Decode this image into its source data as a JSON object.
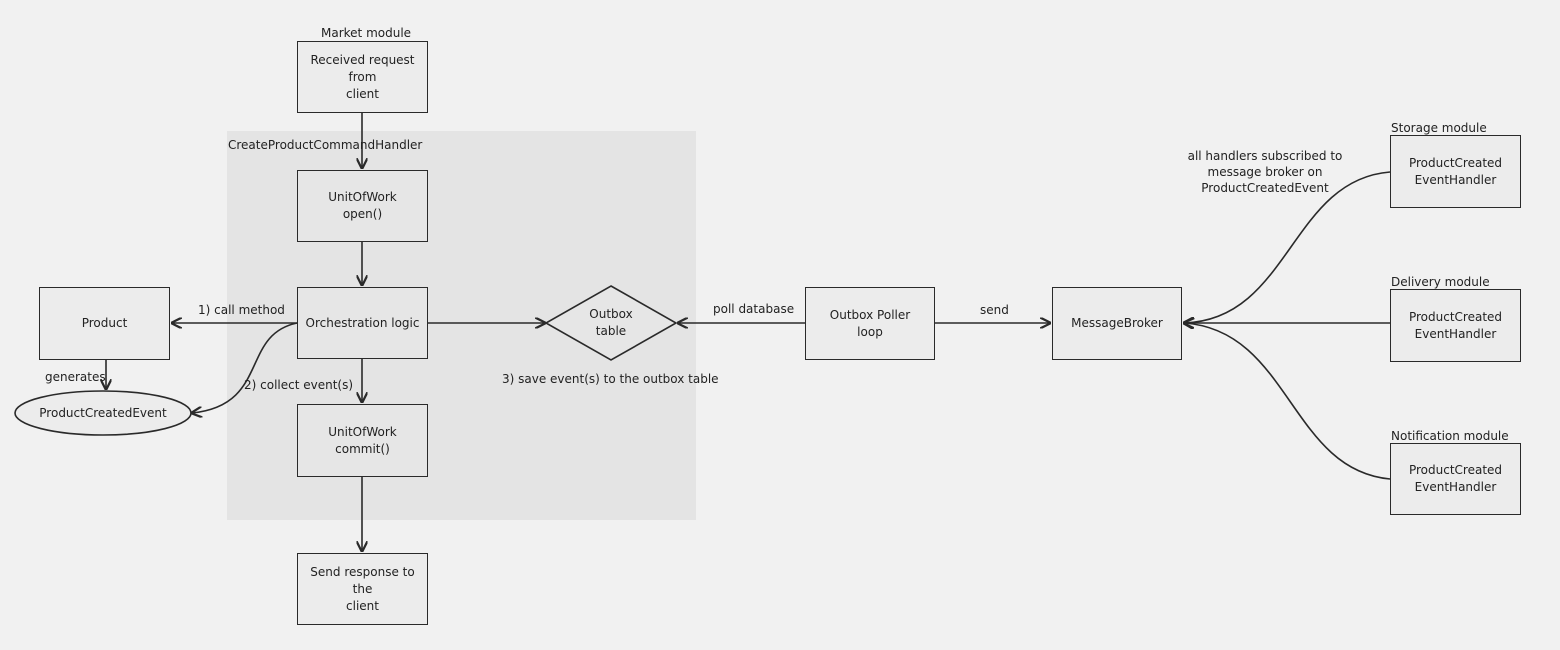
{
  "market": {
    "title": "Market module",
    "handler_title": "CreateProductCommandHandler",
    "received": "Received request from\nclient",
    "uow_open": "UnitOfWork\nopen()",
    "orchestration": "Orchestration logic",
    "uow_commit": "UnitOfWork\ncommit()",
    "send_response": "Send response to the\nclient"
  },
  "product": "Product",
  "event": "ProductCreatedEvent",
  "outbox_table": "Outbox\ntable",
  "poller": "Outbox Poller\nloop",
  "broker": "MessageBroker",
  "edge_labels": {
    "call_method": "1) call method",
    "collect_events": "2) collect event(s)",
    "generates": "generates",
    "save_events": "3) save event(s) to the outbox table",
    "poll_database": "poll database",
    "send": "send",
    "subscribed_note": "all handlers subscribed to\nmessage broker on\nProductCreatedEvent"
  },
  "modules": [
    {
      "title": "Storage module",
      "handler": "ProductCreated\nEventHandler"
    },
    {
      "title": "Delivery module",
      "handler": "ProductCreated\nEventHandler"
    },
    {
      "title": "Notification module",
      "handler": "ProductCreated\nEventHandler"
    }
  ],
  "colors": {
    "line": "#2a2a2a",
    "background": "#f1f1f1",
    "region": "#e4e4e4"
  }
}
